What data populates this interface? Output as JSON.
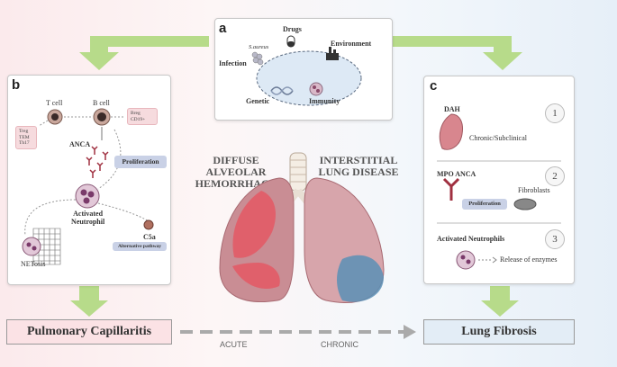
{
  "panel_a": {
    "label": "a",
    "drugs": "Drugs",
    "environment": "Environment",
    "infection": "Infection",
    "s_aureus": "S.aureus",
    "genetic": "Genetic",
    "immunity": "Immunity"
  },
  "panel_b": {
    "label": "b",
    "t_cell": "T cell",
    "b_cell": "B cell",
    "t_reg": "Treg",
    "t_em": "TEM",
    "t_h17": "Th17",
    "b_reg": "Breg",
    "cd19": "CD19+",
    "anca": "ANCA",
    "proliferation": "Proliferation",
    "activated_neutrophil": "Activated\nNeutrophil",
    "netosis": "NETosis",
    "c5a": "C5a",
    "alternative_pathway": "Alternative pathway"
  },
  "center": {
    "dah_title": "DIFFUSE\nALVEOLAR\nHEMORRHAGE",
    "ild_title": "INTERSTITIAL\nLUNG DISEASE"
  },
  "panel_c": {
    "label": "c",
    "dah": "DAH",
    "chronic_subclinical": "Chronic/Subclinical",
    "num1": "1",
    "mpo_anca": "MPO ANCA",
    "fibroblasts": "Fibroblasts",
    "proliferation": "Proliferation",
    "num2": "2",
    "activated_neutrophils": "Activated Neutrophils",
    "num3": "3",
    "release_enzymes": "Release of enzymes"
  },
  "bottom": {
    "pulmonary_capillaritis": "Pulmonary Capillaritis",
    "acute": "ACUTE",
    "chronic": "CHRONIC",
    "lung_fibrosis": "Lung Fibrosis"
  },
  "colors": {
    "arrow_green": "#b7db8a",
    "pink_box": "#fbe2e5",
    "blue_box": "#e3edf6",
    "lung_red": "#e0606b",
    "lung_pink": "#d7a5ab",
    "lung_blue": "#5a8fb5"
  }
}
